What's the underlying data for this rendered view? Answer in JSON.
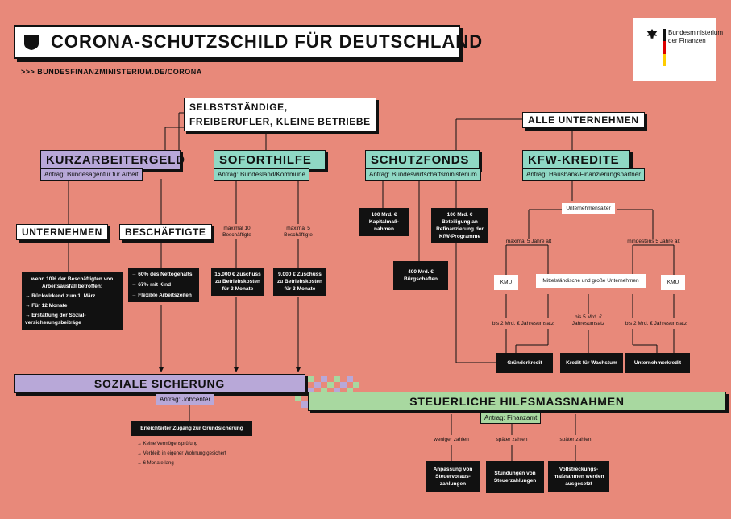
{
  "header": {
    "title": "CORONA-SCHUTZSCHILD FÜR DEUTSCHLAND",
    "url": ">>> BUNDESFINANZMINISTERIUM.DE/CORONA",
    "logo_line1": "Bundesministerium",
    "logo_line2": "der Finanzen"
  },
  "top": {
    "selbststaendige_line1": "SELBSTSTÄNDIGE,",
    "selbststaendige_line2": "FREIBERUFLER, KLEINE BETRIEBE",
    "alle": "ALLE UNTERNEHMEN"
  },
  "kurzarbeitergeld": {
    "title": "KURZARBEITERGELD",
    "antrag": "Antrag: Bundesagentur für Arbeit",
    "unternehmen": "UNTERNEHMEN",
    "beschaeftigte": "BESCHÄFTIGTE",
    "unternehmen_box": {
      "intro": "wenn 10% der Beschäftigten von Arbeitsausfall betroffen:",
      "b1": "→ Rückwirkend zum 1. März",
      "b2": "→ Für 12 Monate",
      "b3": "→ Erstattung der Sozial-versicherungsbeiträge"
    },
    "beschaeftigte_box": {
      "b1": "→ 60% des Nettogehalts",
      "b2": "→ 67% mit Kind",
      "b3": "→ Flexible Arbeitszeiten"
    }
  },
  "soforthilfe": {
    "title": "SOFORTHILFE",
    "antrag": "Antrag: Bundesland/Kommune",
    "label_a": "maximal 10 Beschäftigte",
    "label_b": "maximal 5 Beschäftigte",
    "box_a": "15.000 € Zuschuss zu Betriebskosten für 3 Monate",
    "box_b": "9.000 € Zuschuss zu Betriebskosten für 3 Monate"
  },
  "schutzfonds": {
    "title": "SCHUTZFONDS",
    "antrag": "Antrag: Bundeswirtschaftsministerium",
    "box_kapital": "100 Mrd. € Kapitalmaß-nahmen",
    "box_refi": "100 Mrd. € Beteiligung an Refinanzierung der KfW-Programme",
    "box_buerg": "400 Mrd. € Bürgschaften"
  },
  "kfw": {
    "title": "KFW-KREDITE",
    "antrag": "Antrag: Hausbank/Finanzierungspartner",
    "alter": "Unternehmensalter",
    "max5": "maximal 5 Jahre alt",
    "min5": "mindestens 5 Jahre alt",
    "kmu_left": "KMU",
    "mittel": "Mittelständische und große Unternehmen",
    "kmu_right": "KMU",
    "lbl_left": "bis 2 Mrd. € Jahresumsatz",
    "lbl_mid": "bis 5 Mrd. € Jahresumsatz",
    "lbl_right": "bis 2 Mrd. € Jahresumsatz",
    "gruender": "Gründerkredit",
    "wachstum": "Kredit für Wachstum",
    "unternehmerkredit": "Unternehmerkredit"
  },
  "sozial": {
    "title": "SOZIALE SICHERUNG",
    "antrag": "Antrag: Jobcenter",
    "box": "Erleichterter Zugang zur Grundsicherung",
    "b1": "→ Keine Vermögensprüfung",
    "b2": "→ Verbleib in eigener Wohnung gesichert",
    "b3": "→ 6 Monate lang"
  },
  "steuer": {
    "title": "STEUERLICHE HILFSMASSNAHMEN",
    "antrag": "Antrag: Finanzamt",
    "lbl1": "weniger zahlen",
    "lbl2": "später zahlen",
    "lbl3": "später zahlen",
    "box1": "Anpassung von Steuervoraus-zahlungen",
    "box2": "Stundungen von Steuerzahlungen",
    "box3": "Vollstreckungs-maßnahmen werden ausgesetzt"
  },
  "colors": {
    "background": "#e8897a",
    "lavender": "#b8a8d8",
    "teal": "#8fd8c4",
    "green": "#a8d8a0"
  }
}
